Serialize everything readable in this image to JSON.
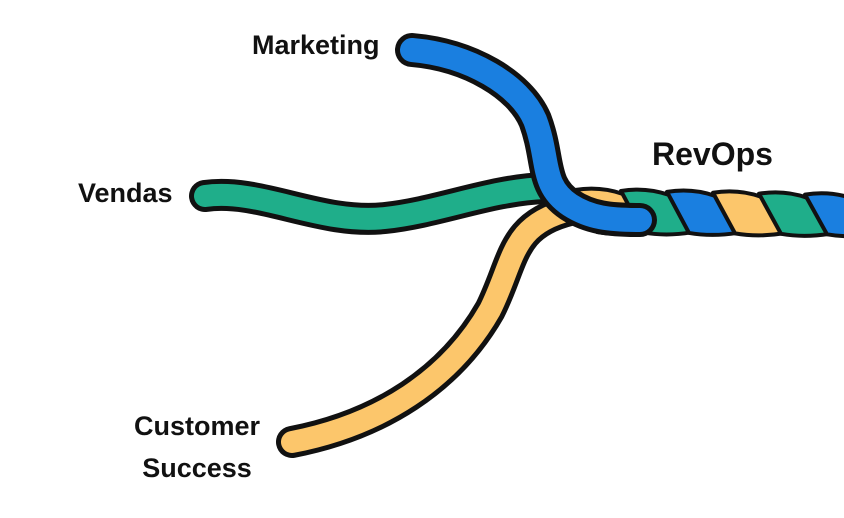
{
  "labels": {
    "marketing": "Marketing",
    "vendas": "Vendas",
    "customer_success_line1": "Customer",
    "customer_success_line2": "Success",
    "revops": "RevOps"
  },
  "colors": {
    "marketing": "#1a7fe0",
    "vendas": "#1fae8a",
    "customer_success": "#fcc66b",
    "outline": "#111111"
  }
}
